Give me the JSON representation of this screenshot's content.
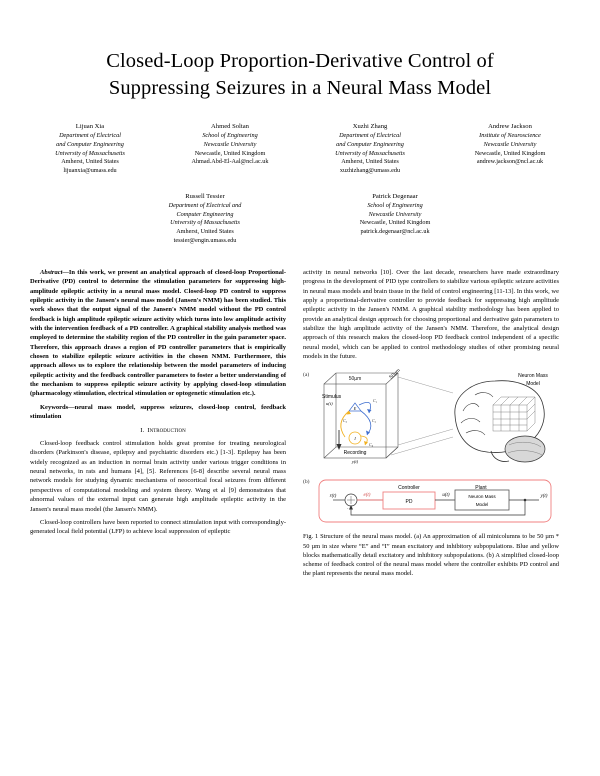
{
  "paper": {
    "title_line1": "Closed-Loop Proportion-Derivative Control of",
    "title_line2": "Suppressing Seizures in a Neural Mass Model"
  },
  "authors": [
    {
      "name": "Lijuan Xia",
      "aff1": "Department of Electrical",
      "aff2": "and Computer Engineering",
      "aff3": "University of Massachusetts",
      "loc": "Amherst, United States",
      "email": "lijuanxia@umass.edu"
    },
    {
      "name": "Ahmed Soltan",
      "aff1": "School of Engineering",
      "aff2": "Newcastle University",
      "aff3": "",
      "loc": "Newcastle, United Kingdom",
      "email": "Ahmad.Abd-El-Aal@ncl.ac.uk"
    },
    {
      "name": "Xuzhi Zhang",
      "aff1": "Department of Electrical",
      "aff2": "and Computer Engineering",
      "aff3": "University of Massachusetts",
      "loc": "Amherst, United States",
      "email": "xuzhizhang@umass.edu"
    },
    {
      "name": "Andrew Jackson",
      "aff1": "Institute of Neuroscience",
      "aff2": "Newcastle University",
      "aff3": "",
      "loc": "Newcastle, United Kingdom",
      "email": "andrew.jackson@ncl.ac.uk"
    },
    {
      "name": "Russell Tessier",
      "aff1": "Department of Electrical and",
      "aff2": "Computer Engineering",
      "aff3": "University of Massachusetts",
      "loc": "Amherst, United States",
      "email": "tessier@engin.umass.edu"
    },
    {
      "name": "Patrick Degenaar",
      "aff1": "School of Engineering",
      "aff2": "Newcastle University",
      "aff3": "",
      "loc": "Newcastle, United Kingdom",
      "email": "patrick.degenaar@ncl.ac.uk"
    }
  ],
  "abstract": {
    "lead": "Abstract—",
    "body": "In this work, we present an analytical approach of closed-loop Proportional-Derivative (PD) control to determine the stimulation parameters for suppressing high-amplitude epileptic activity in a neural mass model. Closed-loop PD control to suppress epileptic activity in the Jansen's neural mass model (Jansen's NMM) has been studied. This work shows that the output signal of the Jansen's NMM model without the PD control feedback is high amplitude epileptic seizure activity which turns into low amplitude activity with the intervention feedback of a PD controller. A graphical stability analysis method was employed to determine the stability region of the PD controller in the gain parameter space. Therefore, this approach draws a region of PD controller parameters that is empirically chosen to stabilize epileptic seizure activities in the chosen NMM. Furthermore, this approach allows us to explore the relationship between the model parameters of inducing epileptic activity and the feedback controller parameters to foster a better understanding of the mechanism to suppress epileptic seizure activity by applying closed-loop stimulation (pharmacology stimulation, electrical stimulation or optogenetic stimulation etc.)."
  },
  "keywords": {
    "lead": "Keywords—",
    "body": "neural mass model, suppress seizures, closed-loop control, feedback stimulation"
  },
  "sections": {
    "intro_numeral": "I.",
    "intro_title": "Introduction"
  },
  "intro": {
    "p1": "Closed-loop feedback control stimulation holds great promise for treating neurological disorders (Parkinson's disease, epilepsy and psychiatric disorders etc.) [1-3]. Epilepsy has been widely recognized as an induction in normal brain activity under various trigger conditions in neural networks, in rats and humans [4], [5]. References [6-8] describe several neural mass network models for studying dynamic mechanisms of neocortical focal seizures from different perspectives of computational modeling and system theory. Wang et al [9] demonstrates that abnormal values of the external input can generate high amplitude epileptic activity in the Jansen's neural mass model (the Jansen's NMM).",
    "p2": "Closed-loop controllers have been reported to connect stimulation input with correspondingly-generated local field potential (LFP) to achieve local suppression of epileptic"
  },
  "right_column": {
    "p1": "activity in neural networks [10]. Over the last decade, researchers have made extraordinary progress in the development of PID type controllers to stabilize various epileptic seizure activities in neural mass models and brain tissue in the field of control engineering [11-13]. In this work, we apply a proportional-derivative controller to provide feedback for suppressing high amplitude epileptic activity in the Jansen's NMM. A graphical stability methodology has been applied to provide an analytical design approach for choosing proportional and derivative gain parameters to stabilize the high amplitude activity of the Jansen's NMM. Therefore, the analytical design approach of this research makes the closed-loop PD feedback control independent of a specific neural model, which can be applied to control methodology studies of other promising neural models in the future."
  },
  "figure": {
    "panel_a_label": "(a)",
    "panel_b_label": "(b)",
    "cube": {
      "top_scale": "50µm",
      "side_scale": "50µm",
      "stimulus_label": "Stimulus",
      "stimulus_signal": "u(t)",
      "recording_label": "Recording",
      "recording_signal": "y(t)",
      "node_excitatory": "E",
      "node_inhibitory": "I",
      "c1": "C₁",
      "c2": "C₂",
      "c3": "C₃",
      "c4": "C₄"
    },
    "brain_label_line1": "Neuron Mass",
    "brain_label_line2": "Model",
    "block_diagram": {
      "controller_label": "Controller",
      "plant_label": "Plant",
      "input_signal": "r(t)",
      "error_signal": "e(t)",
      "control_signal": "u(t)",
      "output_signal": "y(t)",
      "controller_block": "PD",
      "plant_block_line1": "Neuron Mass",
      "plant_block_line2": "Model",
      "sum_plus": "+",
      "sum_minus": "-"
    },
    "caption_number": "Fig. 1",
    "caption_text": "Structure of the neural mass model. (a) An approximation of all minicolumns to be 50 µm * 50 µm in size where “E” and “I” mean excitatory and inhibitory subpopulations. Blue and yellow blocks mathematically detail excitatory and inhibitory subpopulations. (b) A simplified closed-loop scheme of feedback control of the neural mass model where the controller exhibits PD control and the plant represents the neural mass model."
  },
  "colors": {
    "excitatory_blue": "#3f6fd0",
    "inhibitory_yellow": "#f2b01e",
    "diagram_red": "#f08080",
    "block_gray": "#555555"
  }
}
